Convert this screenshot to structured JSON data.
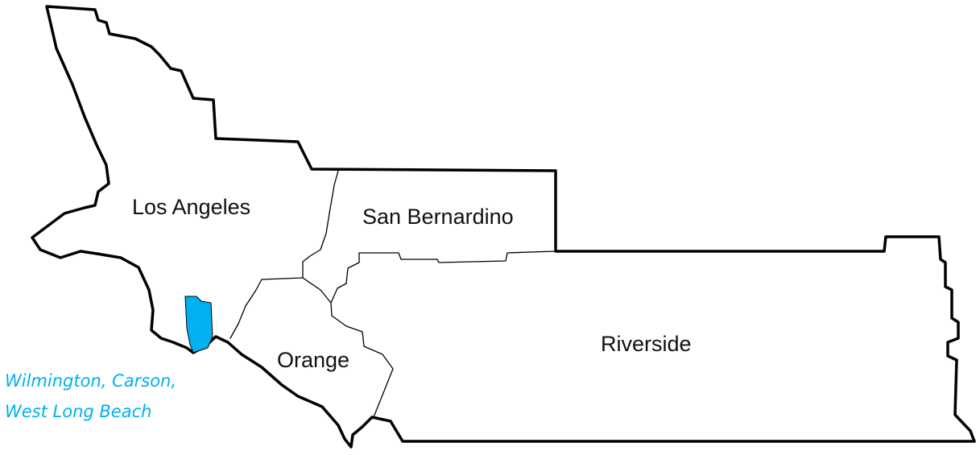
{
  "counties": [
    {
      "id": "los-angeles",
      "label": "Los Angeles"
    },
    {
      "id": "san-bernardino",
      "label": "San Bernardino"
    },
    {
      "id": "orange",
      "label": "Orange"
    },
    {
      "id": "riverside",
      "label": "Riverside"
    }
  ],
  "highlight": {
    "line1": "Wilmington, Carson,",
    "line2": "West Long Beach",
    "color": "#00b0f0"
  }
}
